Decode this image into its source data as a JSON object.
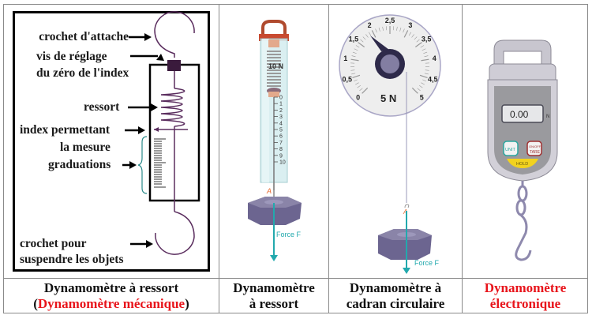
{
  "diagram1": {
    "labels": {
      "crochet_attache": "crochet d'attache",
      "vis_reglage_1": "vis de réglage",
      "vis_reglage_2": "du zéro de l'index",
      "ressort": "ressort",
      "index_1": "index permettant",
      "index_2": "la mesure",
      "graduations": "graduations",
      "crochet_pour_1": "crochet pour",
      "crochet_pour_2": "suspendre les objets"
    }
  },
  "diagram2": {
    "capacity": "10 N",
    "scale": [
      "0",
      "1",
      "2",
      "3",
      "4",
      "5",
      "6",
      "7",
      "8",
      "9",
      "10"
    ],
    "point": "A",
    "force": "Force F"
  },
  "diagram3": {
    "capacity": "5 N",
    "dial": [
      "0",
      "0,5",
      "1",
      "1,5",
      "2",
      "2,5",
      "3",
      "3,5",
      "4",
      "4,5",
      "5"
    ],
    "point": "A",
    "force": "Force F"
  },
  "diagram4": {
    "display": "0.00",
    "unit": "N",
    "buttons": {
      "unit": "UNIT",
      "on_off": "ON/OFF",
      "tare": "TARE",
      "hold": "HOLD"
    }
  },
  "captions": [
    {
      "line1": "Dynamomètre à ressort",
      "line2_open": "(",
      "line2_red": "Dynamomètre mécanique",
      "line2_close": ")"
    },
    {
      "line1": "Dynamomètre",
      "line2": "à ressort"
    },
    {
      "line1": "Dynamomètre à",
      "line2": "cadran circulaire"
    },
    {
      "line1": "Dynamomètre",
      "line2": "électronique"
    }
  ],
  "colors": {
    "accent_red": "#e8141b",
    "force_teal": "#22a9ad",
    "spring_purple": "#5a2d5e",
    "point_orange": "#e8662b"
  }
}
